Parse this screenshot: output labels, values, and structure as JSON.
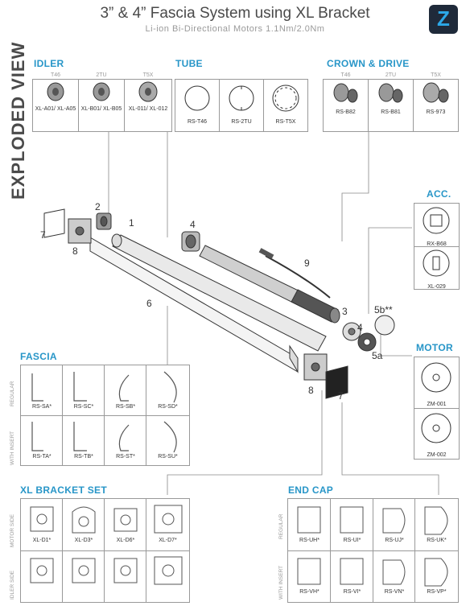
{
  "header": {
    "title": "3” & 4” Fascia System using XL Bracket",
    "subtitle": "Li-ion Bi-Directional Motors 1.1Nm/2.0Nm",
    "logo_letter": "Z"
  },
  "side_title": "EXPLODED VIEW",
  "idler": {
    "title": "IDLER",
    "headers": [
      "T46",
      "2TU",
      "T5X"
    ],
    "items": [
      "XL-A01/ XL-A05",
      "XL-B01/ XL-B05",
      "XL-011/ XL-012"
    ]
  },
  "tube": {
    "title": "TUBE",
    "items": [
      "RS-T46",
      "RS-2TU",
      "RS-T5X"
    ]
  },
  "crown": {
    "title": "CROWN & DRIVE",
    "headers": [
      "T46",
      "2TU",
      "T5X"
    ],
    "items": [
      "RS-B82",
      "RS-B81",
      "RS-973"
    ]
  },
  "acc": {
    "title": "ACC.",
    "items": [
      "RX-B68",
      "XL-029"
    ]
  },
  "motor": {
    "title": "MOTOR",
    "items": [
      "ZM-001",
      "ZM-002"
    ]
  },
  "fascia": {
    "title": "FASCIA",
    "rows": [
      {
        "label": "REGULAR",
        "items": [
          "RS-SA*",
          "RS-SC*",
          "RS-SB*",
          "RS-SD*"
        ]
      },
      {
        "label": "WITH INSERT",
        "items": [
          "RS-TA*",
          "RS-TB*",
          "RS-ST*",
          "RS-SU*"
        ]
      }
    ]
  },
  "bracket": {
    "title": "XL BRACKET SET",
    "rows": [
      {
        "label": "MOTOR SIDE",
        "items": [
          "XL-D1*",
          "XL-D3*",
          "XL-D6*",
          "XL-D7*"
        ]
      },
      {
        "label": "IDLER SIDE",
        "items": [
          "",
          "",
          "",
          ""
        ]
      }
    ]
  },
  "endcap": {
    "title": "END CAP",
    "rows": [
      {
        "label": "REGULAR",
        "items": [
          "RS-UH*",
          "RS-UI*",
          "RS-UJ*",
          "RS-UK*"
        ]
      },
      {
        "label": "WITH INSERT",
        "items": [
          "RS-VH*",
          "RS-VI*",
          "RS-VN*",
          "RS-VP*"
        ]
      }
    ]
  },
  "callouts": [
    "1",
    "2",
    "3",
    "4",
    "4",
    "5a",
    "5b**",
    "6",
    "7",
    "7",
    "8",
    "8",
    "9"
  ]
}
